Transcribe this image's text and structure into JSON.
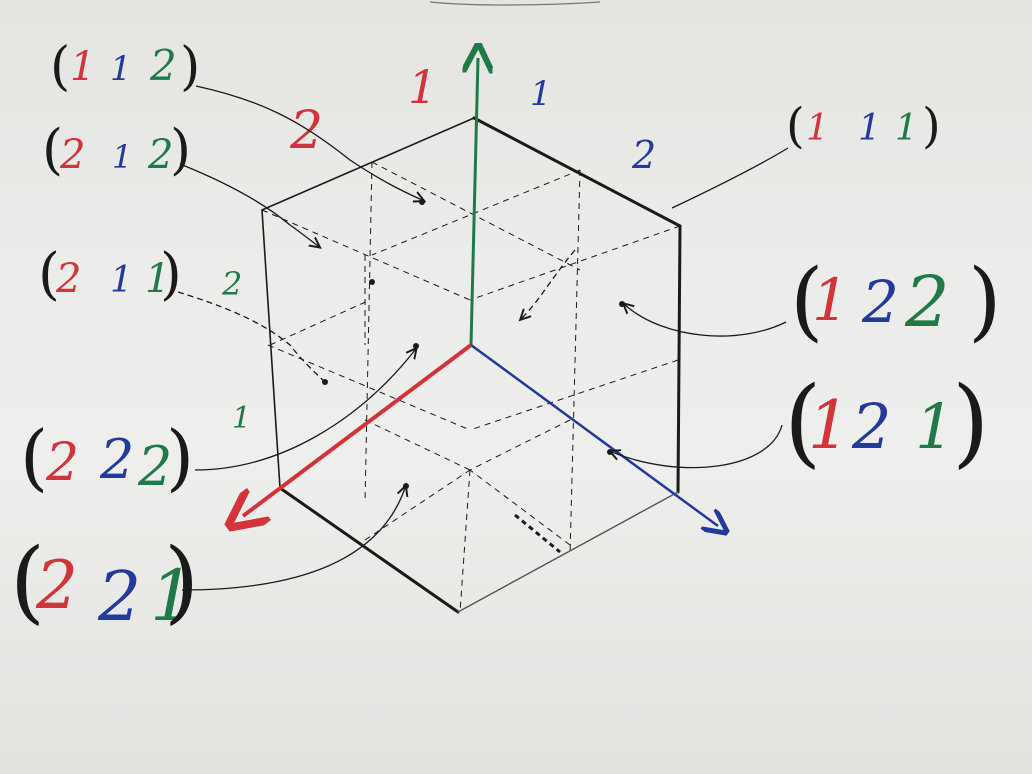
{
  "colors": {
    "red": "#d2343a",
    "blue": "#233a9c",
    "green": "#1f7a48",
    "ink": "#1a1a1a",
    "board": "#ececea"
  },
  "axes": {
    "vertical": {
      "color": "green",
      "tick_near": "2",
      "tick_far": "1"
    },
    "right": {
      "color": "blue",
      "tick_near": "1",
      "tick_far": "2"
    },
    "left": {
      "color": "red",
      "tick_near": "1",
      "tick_far": "2"
    }
  },
  "tuples": [
    {
      "id": "112",
      "digits": [
        "1",
        "1",
        "2"
      ]
    },
    {
      "id": "212",
      "digits": [
        "2",
        "1",
        "2"
      ]
    },
    {
      "id": "211",
      "digits": [
        "2",
        "1",
        "1"
      ]
    },
    {
      "id": "222",
      "digits": [
        "2",
        "2",
        "2"
      ]
    },
    {
      "id": "221",
      "digits": [
        "2",
        "2",
        "1"
      ]
    },
    {
      "id": "111",
      "digits": [
        "1",
        "1",
        "1"
      ]
    },
    {
      "id": "122",
      "digits": [
        "1",
        "2",
        "2"
      ]
    },
    {
      "id": "121",
      "digits": [
        "1",
        "2",
        "1"
      ]
    }
  ]
}
